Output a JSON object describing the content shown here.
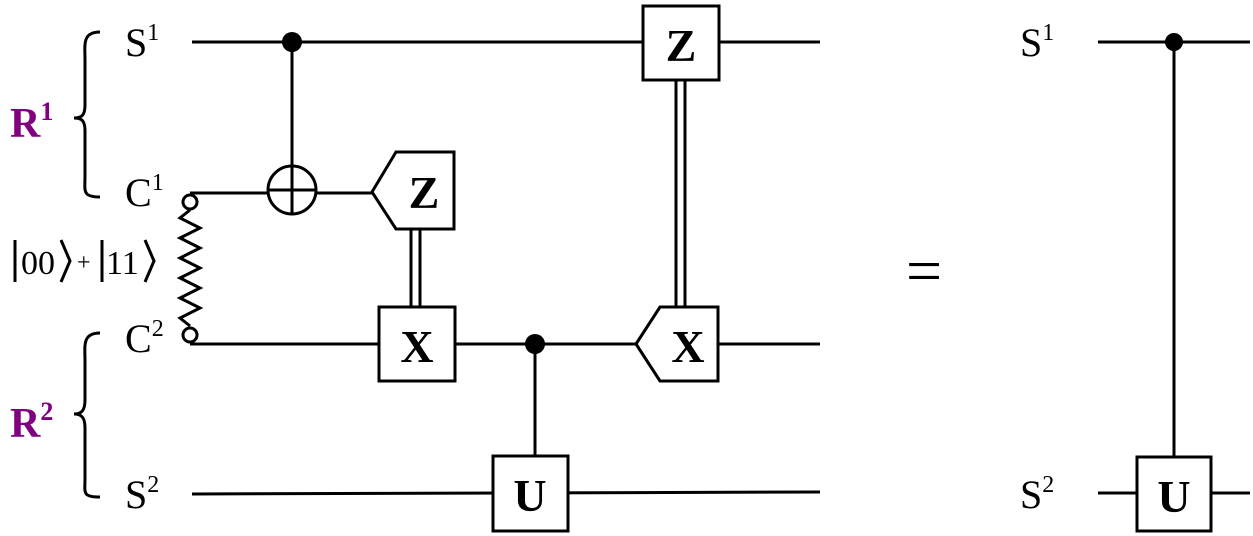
{
  "colors": {
    "register_label": "#800080",
    "ink": "#000000"
  },
  "registers": [
    {
      "base": "R",
      "sup": "1"
    },
    {
      "base": "R",
      "sup": "2"
    }
  ],
  "wires": {
    "s1": {
      "base": "S",
      "sup": "1"
    },
    "c1": {
      "base": "C",
      "sup": "1"
    },
    "c2": {
      "base": "C",
      "sup": "2"
    },
    "s2": {
      "base": "S",
      "sup": "2"
    }
  },
  "entangled_state": {
    "ket_a": "00",
    "plus": "+",
    "ket_b": "11"
  },
  "gates": {
    "z_top": "Z",
    "z_measure": "Z",
    "x_corr": "X",
    "x_measure": "X",
    "u_left": "U",
    "u_right": "U"
  },
  "equals": "=",
  "right": {
    "s1": {
      "base": "S",
      "sup": "1"
    },
    "s2": {
      "base": "S",
      "sup": "2"
    }
  }
}
